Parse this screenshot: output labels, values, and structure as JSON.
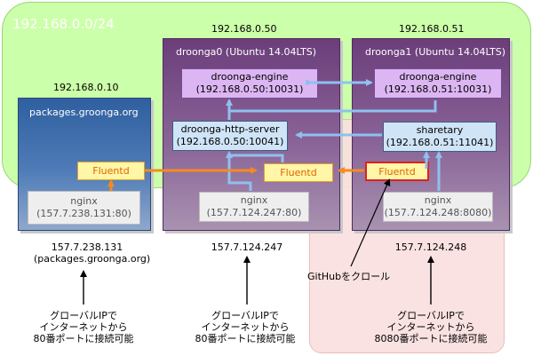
{
  "network": {
    "label": "192.168.0.0/24"
  },
  "hosts": {
    "packages": {
      "private_ip": "192.168.0.10",
      "name": "packages.groonga.org",
      "nginx_label": "nginx",
      "nginx_addr": "(157.7.238.131:80)",
      "public_ip": "157.7.238.131",
      "public_name": "(packages.groonga.org)",
      "note_lines": [
        "グローバルIPで",
        "インターネットから",
        "80番ポートに接続可能"
      ]
    },
    "droonga0": {
      "private_ip": "192.168.0.50",
      "name": "droonga0 (Ubuntu 14.04LTS)",
      "engine_label": "droonga-engine",
      "engine_addr": "(192.168.0.50:10031)",
      "http_label": "droonga-http-server",
      "http_addr": "(192.168.0.50:10041)",
      "fluentd_label": "Fluentd",
      "nginx_label": "nginx",
      "nginx_addr": "(157.7.124.247:80)",
      "public_ip": "157.7.124.247",
      "note_lines": [
        "グローバルIPで",
        "インターネットから",
        "80番ポートに接続可能"
      ]
    },
    "droonga1": {
      "private_ip": "192.168.0.51",
      "name": "droonga1 (Ubuntu 14.04LTS)",
      "engine_label": "droonga-engine",
      "engine_addr": "(192.168.0.51:10031)",
      "sharetary_label": "sharetary",
      "sharetary_addr": "(192.168.0.51:11041)",
      "fluentd_label": "Fluentd",
      "nginx_label": "nginx",
      "nginx_addr": "(157.7.124.248:8080)",
      "public_ip": "157.7.124.248",
      "note_lines": [
        "グローバルIPで",
        "インターネットから",
        "8080番ポートに接続可能"
      ]
    }
  },
  "packages_fluentd_label": "Fluentd",
  "github_label": "GitHubをクロール",
  "colors": {
    "network": "#ccffaa",
    "flow_blue": "#8fc0ef",
    "flow_orange": "#f58a1f",
    "pink_region": "#fbe0e0"
  }
}
